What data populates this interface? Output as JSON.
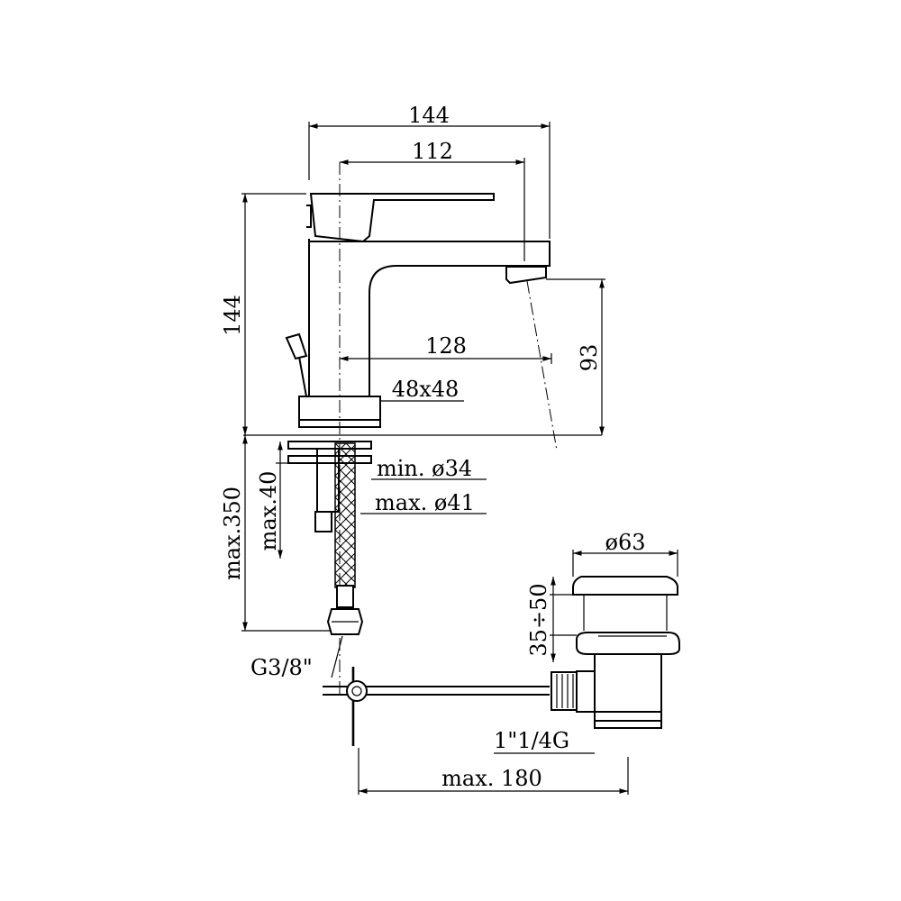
{
  "dimensions": {
    "overall_width": "144",
    "spout_reach": "112",
    "overall_height": "144",
    "spout_to_drain": "128",
    "base_size": "48x48",
    "spout_height": "93",
    "hole_min": "min. ø34",
    "hole_max": "max. ø41",
    "max_thickness": "max.40",
    "hose_length": "max.350",
    "connection_thread": "G3/8\"",
    "drain_diameter": "ø63",
    "drain_lift": "35÷50",
    "drain_thread": "1\"1/4G",
    "rod_length": "max. 180"
  }
}
